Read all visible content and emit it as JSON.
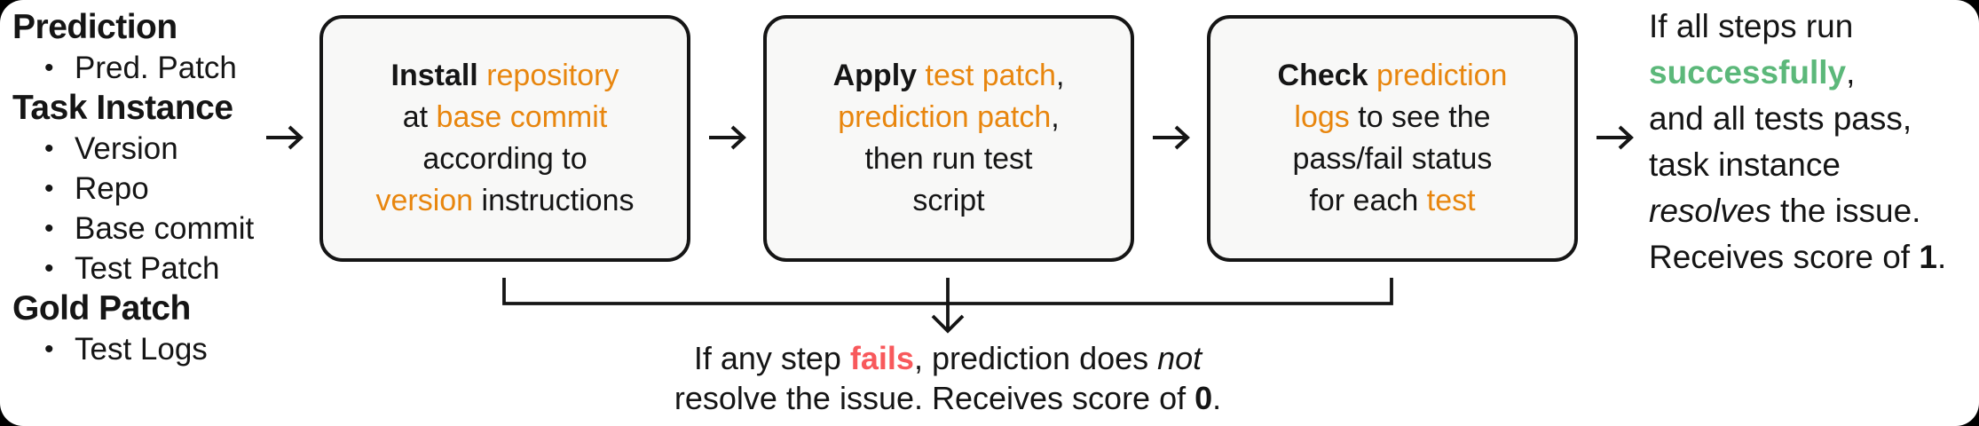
{
  "palette": {
    "ink": "#151515",
    "orange": "#E8860E",
    "green": "#5CB87A",
    "red": "#F8595C",
    "box_bg": "#F8F8F7"
  },
  "glyphs": {
    "bullet": "•"
  },
  "left_panel": {
    "sections": [
      {
        "title": "Prediction",
        "items": [
          "Pred. Patch"
        ]
      },
      {
        "title": "Task Instance",
        "items": [
          "Version",
          "Repo",
          "Base commit",
          "Test Patch"
        ]
      },
      {
        "title": "Gold Patch",
        "items": [
          "Test Logs"
        ]
      }
    ]
  },
  "steps": [
    {
      "name": "install",
      "lines": [
        [
          {
            "t": "Install",
            "s": "b"
          },
          {
            "t": " "
          },
          {
            "t": "repository",
            "s": "o"
          }
        ],
        [
          {
            "t": "at "
          },
          {
            "t": "base commit",
            "s": "o"
          }
        ],
        [
          {
            "t": "according to"
          }
        ],
        [
          {
            "t": "version",
            "s": "o"
          },
          {
            "t": " instructions"
          }
        ]
      ]
    },
    {
      "name": "apply",
      "lines": [
        [
          {
            "t": "Apply",
            "s": "b"
          },
          {
            "t": " "
          },
          {
            "t": "test patch",
            "s": "o"
          },
          {
            "t": ","
          }
        ],
        [
          {
            "t": "prediction patch",
            "s": "o"
          },
          {
            "t": ","
          }
        ],
        [
          {
            "t": "then run test"
          }
        ],
        [
          {
            "t": "script"
          }
        ]
      ]
    },
    {
      "name": "check",
      "lines": [
        [
          {
            "t": "Check",
            "s": "b"
          },
          {
            "t": " "
          },
          {
            "t": "prediction",
            "s": "o"
          }
        ],
        [
          {
            "t": "logs",
            "s": "o"
          },
          {
            "t": " to see the"
          }
        ],
        [
          {
            "t": "pass/fail status"
          }
        ],
        [
          {
            "t": "for each "
          },
          {
            "t": "test",
            "s": "o"
          }
        ]
      ]
    }
  ],
  "success_note": {
    "lines": [
      [
        {
          "t": "If all steps run"
        }
      ],
      [
        {
          "t": "successfully",
          "s": "g"
        },
        {
          "t": ","
        }
      ],
      [
        {
          "t": "and all tests pass,"
        }
      ],
      [
        {
          "t": "task instance"
        }
      ],
      [
        {
          "t": "resolves",
          "s": "i"
        },
        {
          "t": " the issue."
        }
      ],
      [
        {
          "t": "Receives score of "
        },
        {
          "t": "1",
          "s": "b"
        },
        {
          "t": "."
        }
      ]
    ]
  },
  "failure_note": {
    "lines": [
      [
        {
          "t": "If any step "
        },
        {
          "t": "fails",
          "s": "r"
        },
        {
          "t": ", prediction does "
        },
        {
          "t": "not",
          "s": "i"
        }
      ],
      [
        {
          "t": "resolve the issue. Receives score of "
        },
        {
          "t": "0",
          "s": "b"
        },
        {
          "t": "."
        }
      ]
    ]
  }
}
